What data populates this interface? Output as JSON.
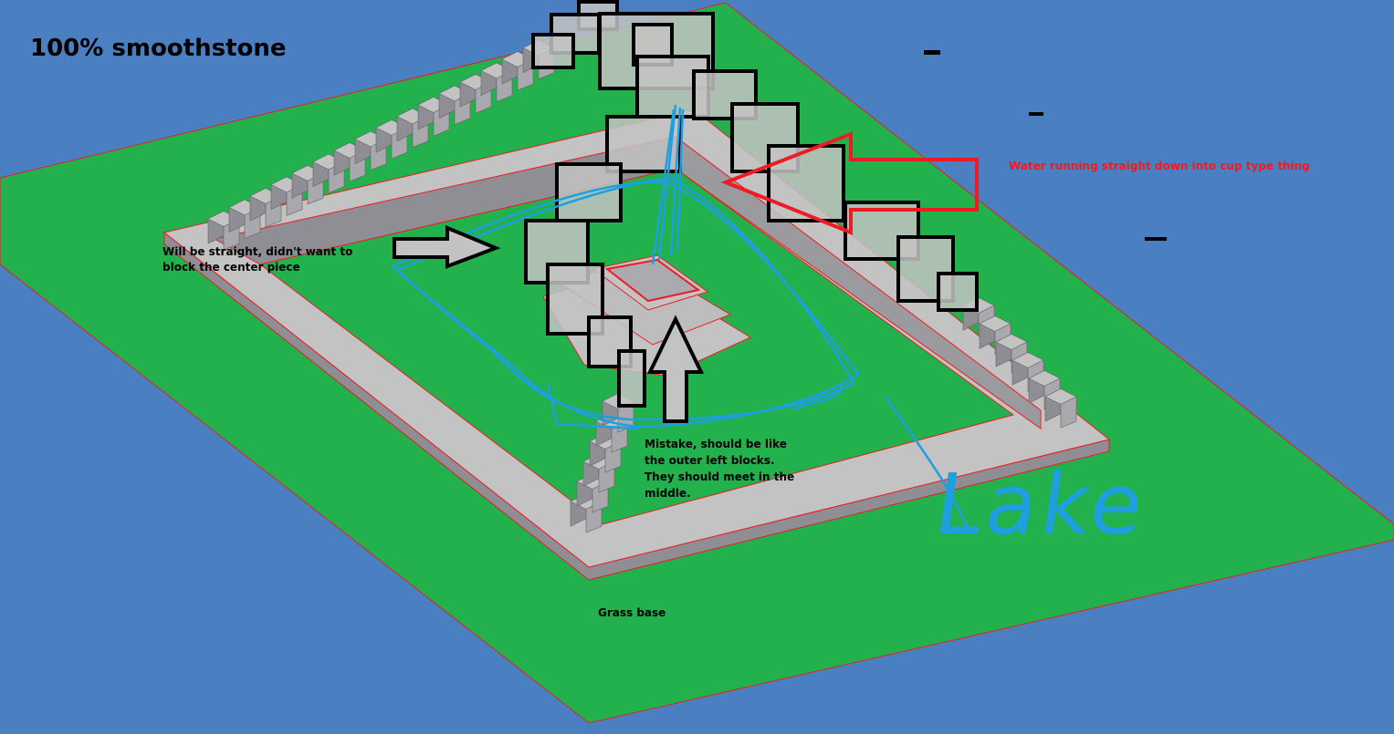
{
  "title": "100% smoothstone",
  "annotations": {
    "water": "Water running straight down into cup type thing",
    "straight": "Will be straight, didn't want to block the center piece",
    "mistake": "Mistake, should be like the outer left blocks. They should meet in the middle.",
    "grass": "Grass base",
    "lake": "Lake"
  },
  "colors": {
    "water_bg": "#4a7fc1",
    "grass": "#22b14c",
    "stone": "#c3c3c3",
    "outline": "#ed1c24",
    "water_line": "#1e9fe0"
  }
}
